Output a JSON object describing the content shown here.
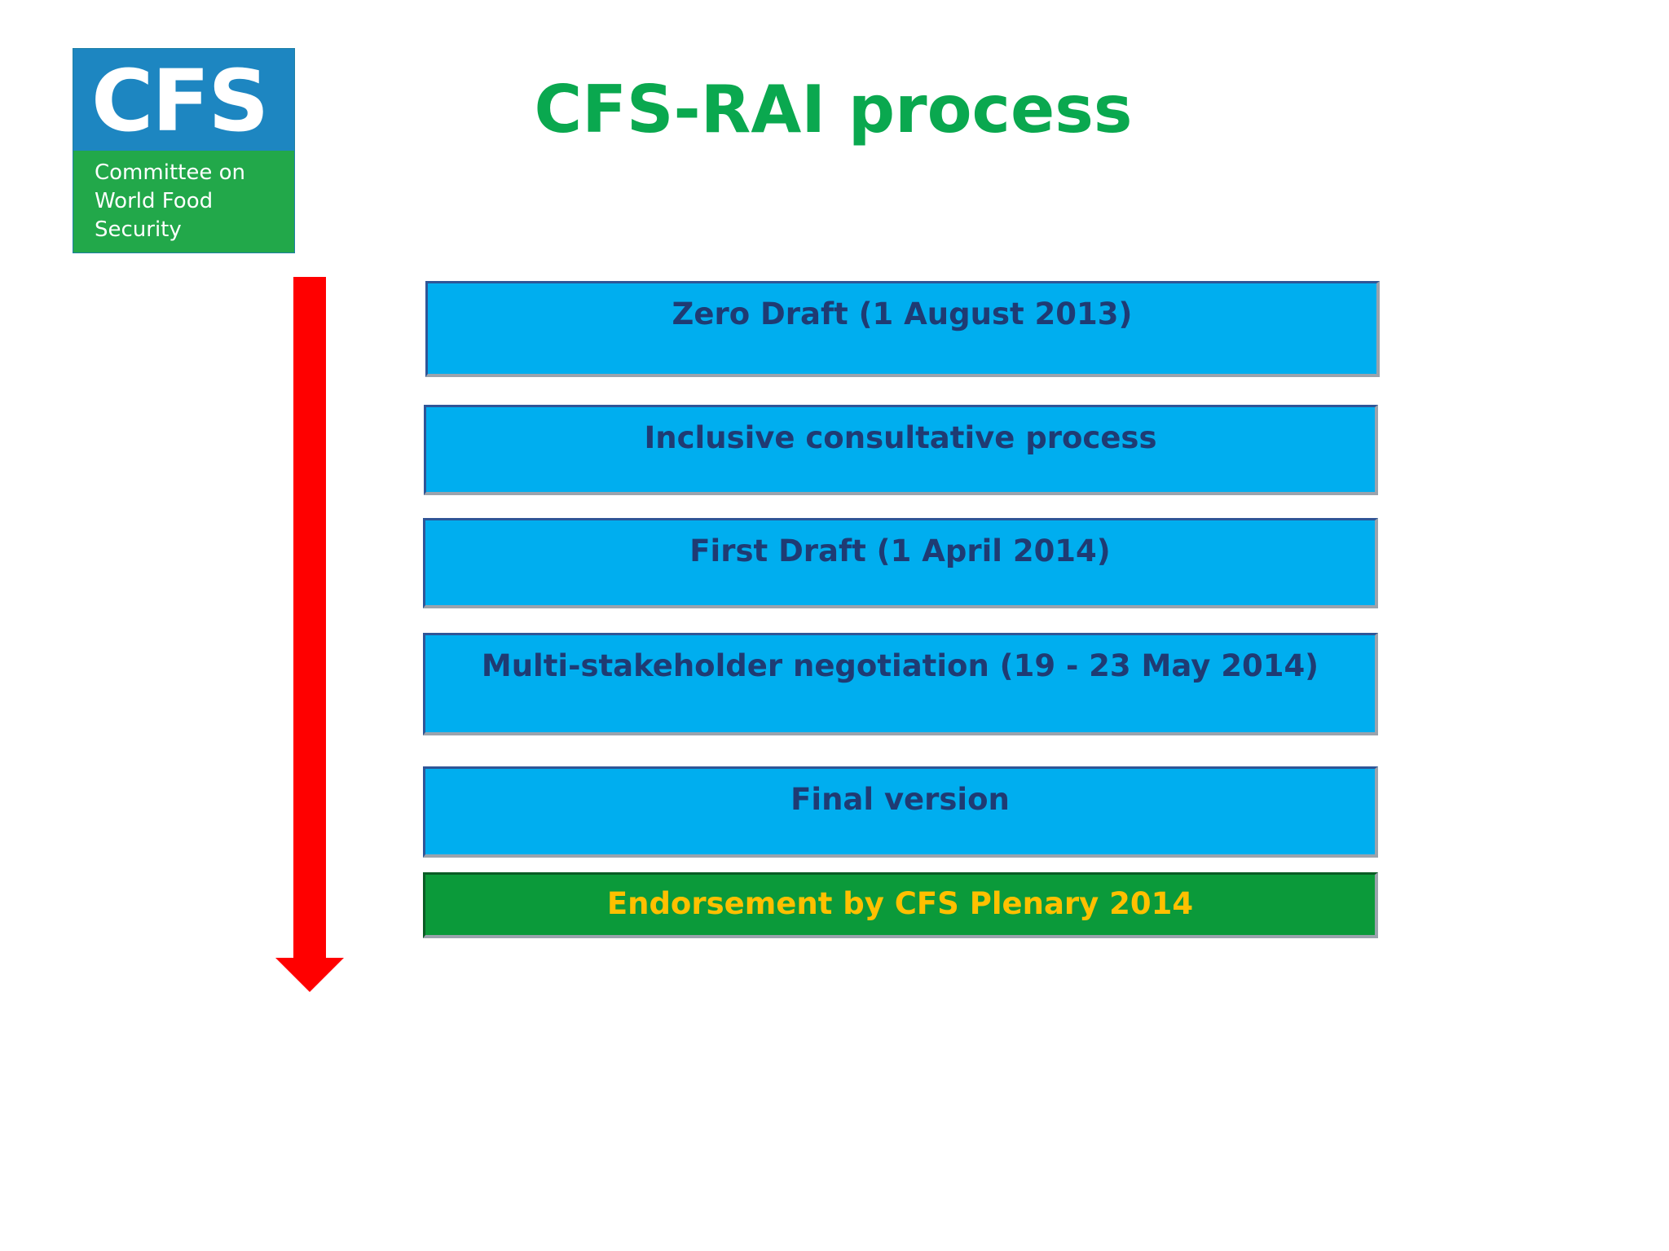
{
  "logo": {
    "abbreviation": "CFS",
    "name": "Committee on\nWorld Food\nSecurity"
  },
  "title": "CFS-RAI process",
  "steps": [
    {
      "label": "Zero Draft (1 August 2013)"
    },
    {
      "label": "Inclusive consultative process"
    },
    {
      "label": "First Draft (1 April 2014)"
    },
    {
      "label": "Multi-stakeholder negotiation (19 - 23 May 2014)"
    },
    {
      "label": "Final version"
    },
    {
      "label": "Endorsement by CFS Plenary 2014"
    }
  ],
  "colors": {
    "title": "#0aa84f",
    "step_fill": "#00aeef",
    "step_text": "#1f3b73",
    "final_fill": "#0b9a3a",
    "final_text": "#ffc000",
    "arrow": "#ff0000",
    "logo_blue": "#1d86c1",
    "logo_green": "#22a84a"
  }
}
